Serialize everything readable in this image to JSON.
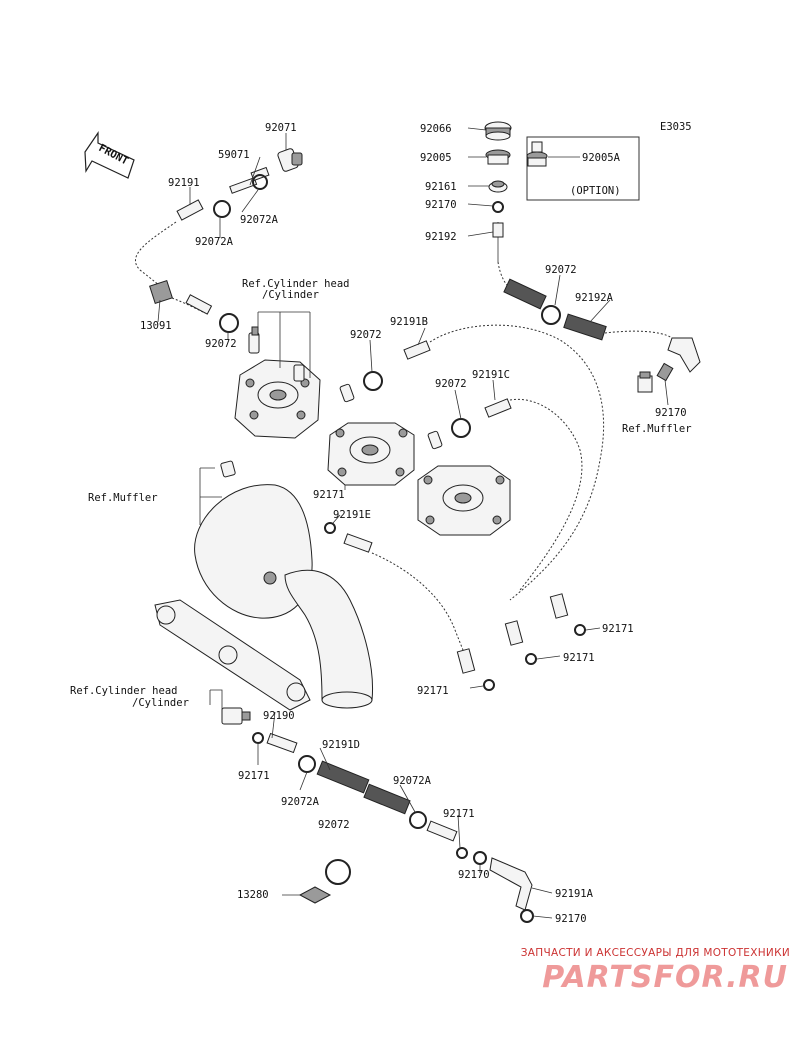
{
  "diagram_code": "E3035",
  "front_marker": "FRONT",
  "option_label": "(OPTION)",
  "refs": {
    "cyl_head_top_1": "Ref.Cylinder head",
    "cyl_head_top_2": "/Cylinder",
    "muffler_left": "Ref.Muffler",
    "muffler_right": "Ref.Muffler",
    "cyl_head_bot_1": "Ref.Cylinder head",
    "cyl_head_bot_2": "/Cylinder"
  },
  "parts": {
    "p92071": "92071",
    "p59071": "59071",
    "p92191": "92191",
    "p92072A_a": "92072A",
    "p92072A_b": "92072A",
    "p13091": "13091",
    "p92072_a": "92072",
    "p92066": "92066",
    "p92005": "92005",
    "p92161": "92161",
    "p92170_a": "92170",
    "p92192": "92192",
    "p92005A": "92005A",
    "p92072_b": "92072",
    "p92192A": "92192A",
    "p92170_b": "92170",
    "p92072_c": "92072",
    "p92191B": "92191B",
    "p92072_d": "92072",
    "p92191C": "92191C",
    "p92171_a": "92171",
    "p92191E": "92191E",
    "p92171_b": "92171",
    "p92171_c": "92171",
    "p92171_d": "92171",
    "p92190": "92190",
    "p92171_e": "92171",
    "p92191D": "92191D",
    "p92072A_c": "92072A",
    "p92072A_d": "92072A",
    "p92072_e": "92072",
    "p92171_f": "92171",
    "p92170_c": "92170",
    "p13280": "13280",
    "p92191A": "92191A",
    "p92170_d": "92170"
  },
  "watermark": {
    "tagline": "ЗАПЧАСТИ И АКСЕССУАРЫ ДЛЯ МОТОТЕХНИКИ",
    "logo": "PARTSFOR.RU"
  }
}
